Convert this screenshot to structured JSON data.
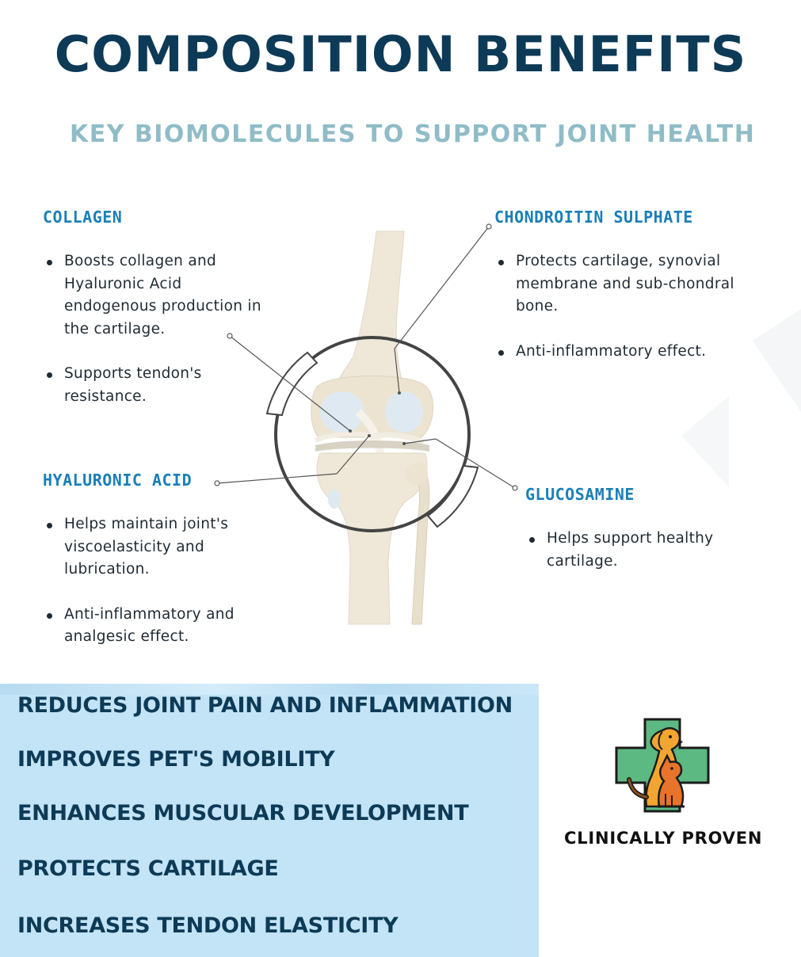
{
  "title": "COMPOSITION BENEFITS",
  "subtitle": "KEY BIOMOLECULES TO SUPPORT JOINT HEALTH",
  "sections": {
    "collagen": {
      "heading": "COLLAGEN",
      "bullets": [
        "Boosts collagen and Hyaluronic Acid endogenous production in the cartilage.",
        "Supports tendon's resistance."
      ]
    },
    "chondroitin": {
      "heading": "CHONDROITIN SULPHATE",
      "bullets": [
        "Protects cartilage, synovial membrane and sub-chondral bone.",
        "Anti-inflammatory effect."
      ]
    },
    "hyaluronic": {
      "heading": "HYALURONIC ACID",
      "bullets": [
        "Helps maintain joint's viscoelasticity and lubrication.",
        "Anti-inflammatory and analgesic effect."
      ]
    },
    "glucosamine": {
      "heading": "GLUCOSAMINE",
      "bullets": [
        "Helps support healthy cartilage."
      ]
    }
  },
  "benefits": [
    "REDUCES JOINT PAIN AND INFLAMMATION",
    "IMPROVES PET'S MOBILITY",
    "ENHANCES MUSCULAR DEVELOPMENT",
    "PROTECTS CARTILAGE",
    "INCREASES TENDON ELASTICITY"
  ],
  "badge": {
    "icon": "vet-cross-dog-cat-icon",
    "label": "CLINICALLY PROVEN"
  },
  "colors": {
    "title": "#0d3a56",
    "subtitle": "#8fbcc7",
    "heading": "#1a7fb8",
    "benefit_panel": "#c3e3f6",
    "cross": "#5cb982"
  }
}
